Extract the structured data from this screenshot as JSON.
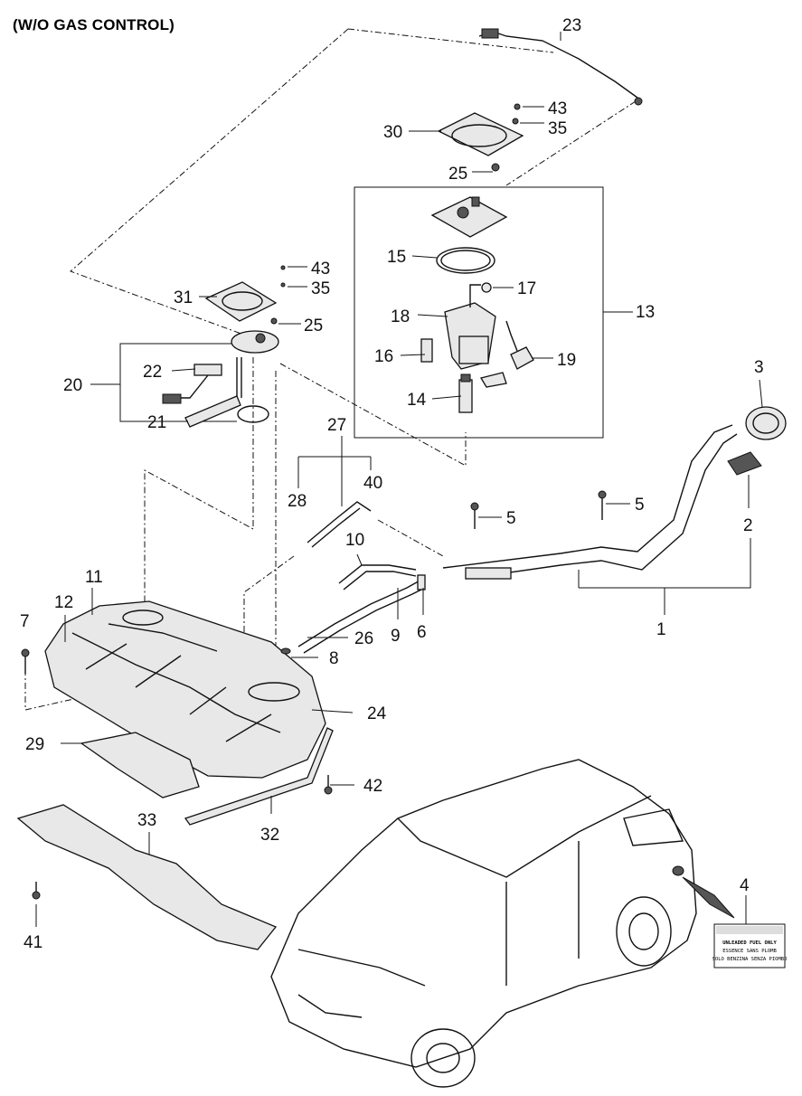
{
  "title": "(W/O GAS CONTROL)",
  "callouts": {
    "c1": "1",
    "c2": "2",
    "c3": "3",
    "c4": "4",
    "c5a": "5",
    "c5b": "5",
    "c6": "6",
    "c7": "7",
    "c8": "8",
    "c9": "9",
    "c10": "10",
    "c11": "11",
    "c12": "12",
    "c13": "13",
    "c14": "14",
    "c15": "15",
    "c16": "16",
    "c17": "17",
    "c18": "18",
    "c19": "19",
    "c20": "20",
    "c21": "21",
    "c22": "22",
    "c23": "23",
    "c24": "24",
    "c25a": "25",
    "c25b": "25",
    "c26": "26",
    "c27": "27",
    "c28": "28",
    "c29": "29",
    "c30": "30",
    "c31": "31",
    "c32": "32",
    "c33": "33",
    "c35a": "35",
    "c35b": "35",
    "c40": "40",
    "c41": "41",
    "c42": "42",
    "c43a": "43",
    "c43b": "43"
  },
  "fuel_label": {
    "lines": [
      "UNLEADED FUEL ONLY",
      "ESSENCE SANS PLOMB",
      "SOLO BENZINA SENZA PIOMBO"
    ]
  }
}
